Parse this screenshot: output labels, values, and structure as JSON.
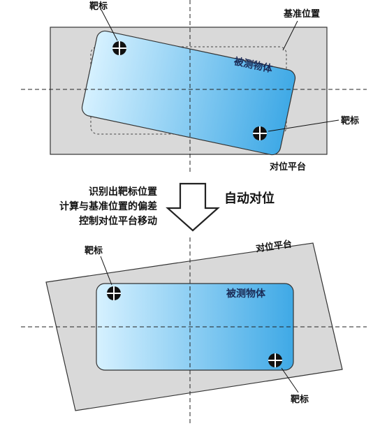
{
  "top": {
    "target_label_1": "靶标",
    "reference_label": "基准位置",
    "object_label": "被测物体",
    "target_label_2": "靶标",
    "platform_label": "对位平台"
  },
  "middle": {
    "step_lines": [
      "识别出靶标位置",
      "计算与基准位置的偏差",
      "控制对位平台移动"
    ],
    "action_label": "自动对位"
  },
  "bottom": {
    "platform_label": "对位平台",
    "target_label_1": "靶标",
    "object_label": "被测物体",
    "target_label_2": "靶标"
  },
  "colors": {
    "platform_fill": "#d9d9d9",
    "object_gradient_start": "#d6f1ff",
    "object_gradient_end": "#3fa9e6",
    "stroke": "#333333"
  }
}
